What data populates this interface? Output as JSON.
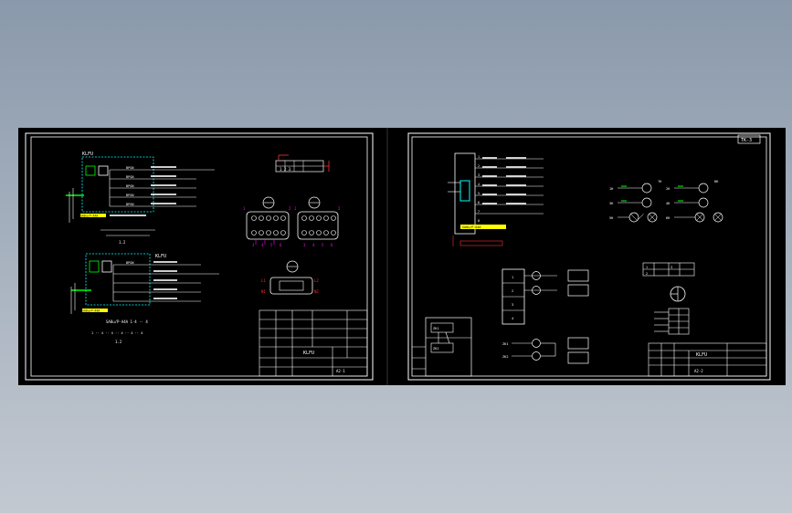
{
  "app": {
    "title": ""
  },
  "colors": {
    "background_top": "#8a99ab",
    "background_bottom": "#c3c9d1",
    "sheet": "#000000",
    "frame": "#ffffff",
    "wire": "#ffffff",
    "bus_green": "#00ff00",
    "block_cyan": "#00ffff",
    "yellow": "#ffff00",
    "magenta": "#ff00ff",
    "red": "#ff3030",
    "blue": "#4060ff"
  },
  "sheet_left": {
    "diagram1_heading": "KLFU",
    "diagram1_bus_label": "SA8u/P·A4A",
    "diagram1_caption": "1.2",
    "diagram2_heading": "KLFU",
    "diagram2_bus_label": "SA8u/P·A4A",
    "diagram2_note_1": "SA8u/P·A4A 1·4 ·· 4",
    "diagram2_note_2": "1 ·· 4 ·· 4 ·· 4 ·· 4 ·· 4",
    "diagram2_caption": "1.2",
    "branch_labels": [
      "BPGN",
      "BPGN",
      "BPGN",
      "BPGN",
      "BPGN",
      "BPGN"
    ],
    "terminal_top": "1  2  3",
    "relay_left_labels": [
      "1",
      "2",
      "3",
      "4",
      "5",
      "6"
    ],
    "relay_right_labels": [
      "1",
      "2",
      "3",
      "4",
      "5",
      "6"
    ],
    "module_labels": {
      "a": "L1",
      "b": "L2",
      "c": "N1",
      "d": "N2"
    },
    "title_block": {
      "main": "KLFU",
      "sub": "A2·1"
    }
  },
  "sheet_right": {
    "stamp": "TK-3",
    "block_rows": [
      "1",
      "2",
      "3",
      "4",
      "5",
      "6",
      "7",
      "8"
    ],
    "block_bottom_label": "SA8u/P·A4A",
    "lamp_labels": [
      "1H",
      "2H",
      "3H",
      "4H",
      "5H",
      "6H",
      "7H",
      "8H"
    ],
    "terminal_rows": [
      "1",
      "2",
      "3",
      "4"
    ],
    "switch_labels": [
      "ZK1",
      "ZK2"
    ],
    "mini_table": [
      "1",
      "2",
      "3"
    ],
    "left_switch": {
      "top": "ZK1",
      "bottom": "ZK2"
    },
    "title_block": {
      "main": "KLFU",
      "sub": "A2·2"
    }
  }
}
